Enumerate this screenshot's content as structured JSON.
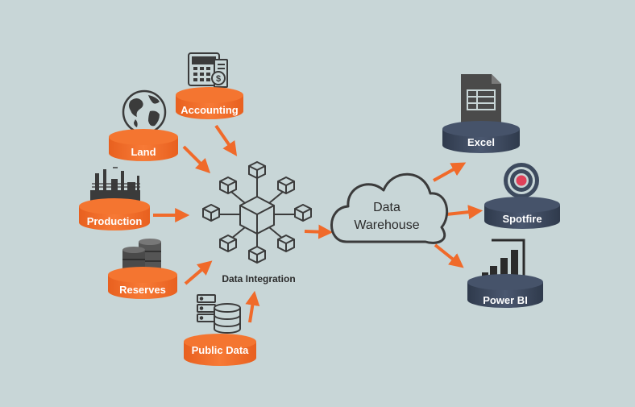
{
  "sources": {
    "accounting": "Accounting",
    "land": "Land",
    "production": "Production",
    "reserves": "Reserves",
    "public_data": "Public Data"
  },
  "hub": {
    "label": "Data Integration"
  },
  "warehouse": {
    "line1": "Data",
    "line2": "Warehouse"
  },
  "outputs": {
    "excel": "Excel",
    "spotfire": "Spotfire",
    "powerbi": "Power BI"
  },
  "colors": {
    "background": "#c8d6d7",
    "source_disk": "#f06a2a",
    "output_disk": "#3d4a5e",
    "arrow": "#f06a2a",
    "icon": "#3b3b3b"
  }
}
